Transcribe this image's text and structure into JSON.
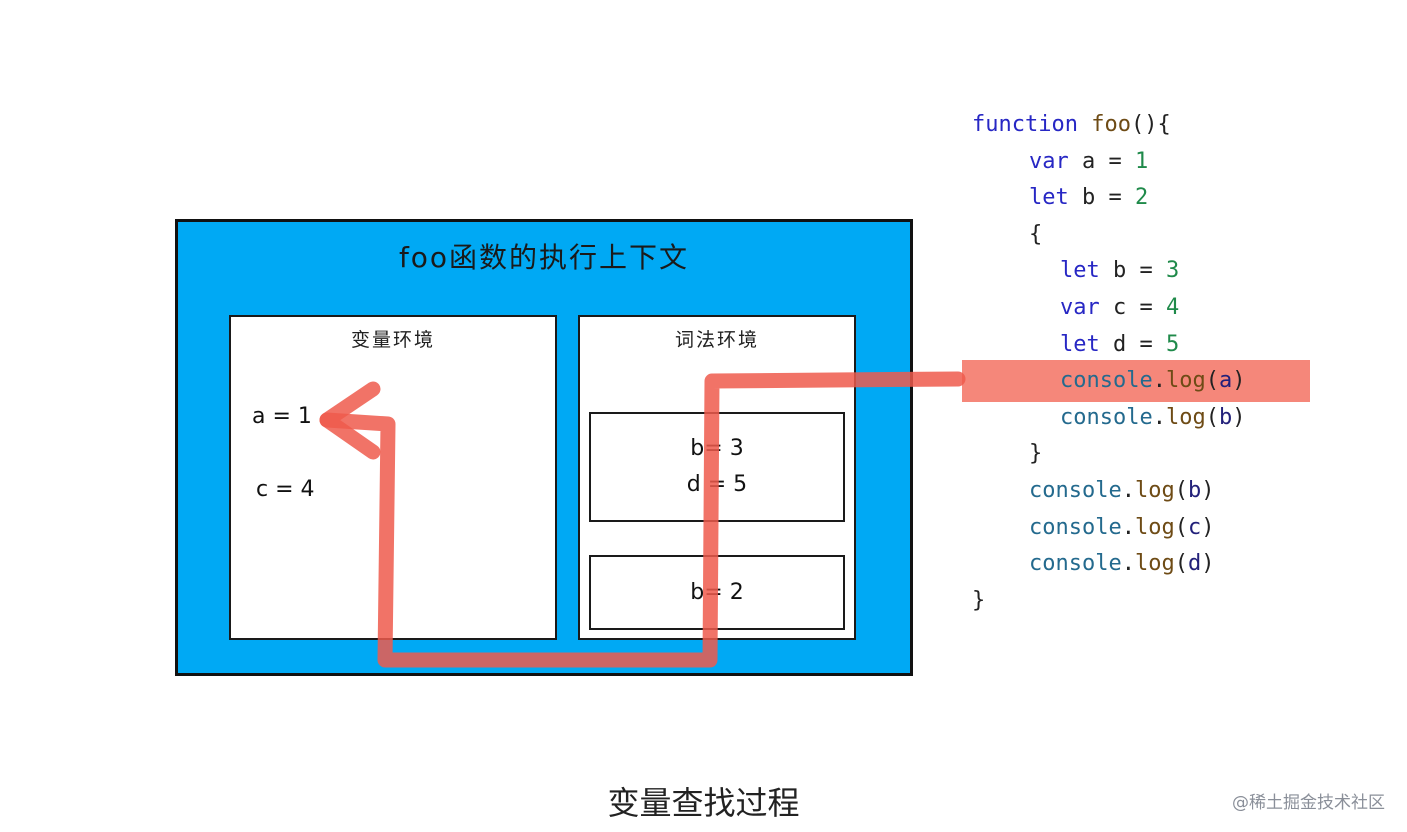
{
  "context_title": "foo函数的执行上下文",
  "variable_env": {
    "title": "变量环境",
    "vars": [
      "a = 1",
      "c = 4"
    ]
  },
  "lexical_env": {
    "title": "词法环境",
    "block_inner": [
      "b= 3",
      "d = 5"
    ],
    "block_outer": "b= 2"
  },
  "code": {
    "l1_kw": "function",
    "l1_fn": "foo",
    "l1_rest": "(){",
    "l2_kw": "var",
    "l2_mid": " a = ",
    "l2_num": "1",
    "l3_kw": "let",
    "l3_mid": " b = ",
    "l3_num": "2",
    "l4": "{",
    "l5_kw": "let",
    "l5_mid": " b = ",
    "l5_num": "3",
    "l6_kw": "var",
    "l6_mid": " c = ",
    "l6_num": "4",
    "l7_kw": "let",
    "l7_mid": " d = ",
    "l7_num": "5",
    "l8_obj": "console",
    "l8_fn": "log",
    "l8_arg": "a",
    "l9_obj": "console",
    "l9_fn": "log",
    "l9_arg": "b",
    "l10": "}",
    "l11_obj": "console",
    "l11_fn": "log",
    "l11_arg": "b",
    "l12_obj": "console",
    "l12_fn": "log",
    "l12_arg": "c",
    "l13_obj": "console",
    "l13_fn": "log",
    "l13_arg": "d",
    "l14": "}"
  },
  "caption": "变量查找过程",
  "watermark": "@稀土掘金技术社区",
  "colors": {
    "context_bg": "#00a9f4",
    "path": "#ee5a4c",
    "highlight": "#f47a6c"
  }
}
